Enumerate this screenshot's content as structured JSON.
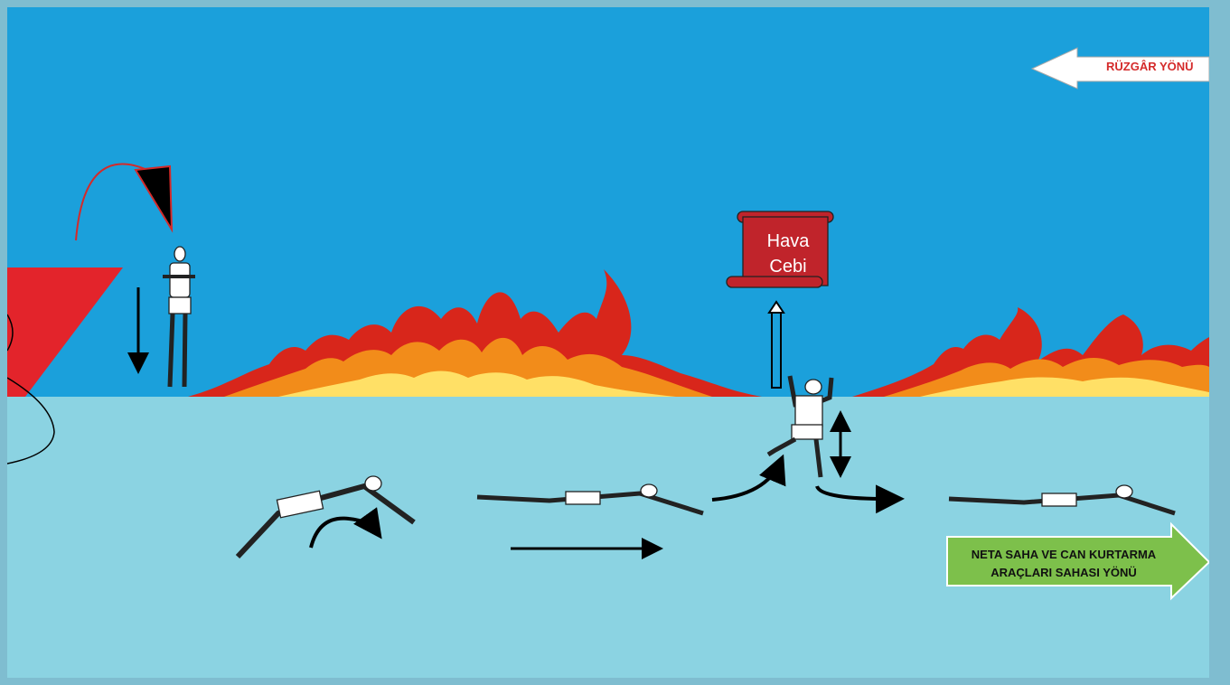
{
  "wind_direction_label": "RÜZGÂR YÖNÜ",
  "air_pocket_label": {
    "line1": "Hava",
    "line2": "Cebi"
  },
  "safe_area_label": {
    "line1": "NETA SAHA VE CAN KURTARMA",
    "line2": "ARAÇLARI SAHASI YÖNÜ"
  },
  "colors": {
    "sky": "#1ba0db",
    "water": "#8bd3e2",
    "ship_hull": "#e3242b",
    "scroll": "#c0242b",
    "safe_arrow": "#7dc04b",
    "wind_arrow": "#ffffff",
    "wind_text": "#d42a2a",
    "flame_outer": "#d8261b",
    "flame_mid": "#f28c1a",
    "flame_core": "#ffe066"
  }
}
